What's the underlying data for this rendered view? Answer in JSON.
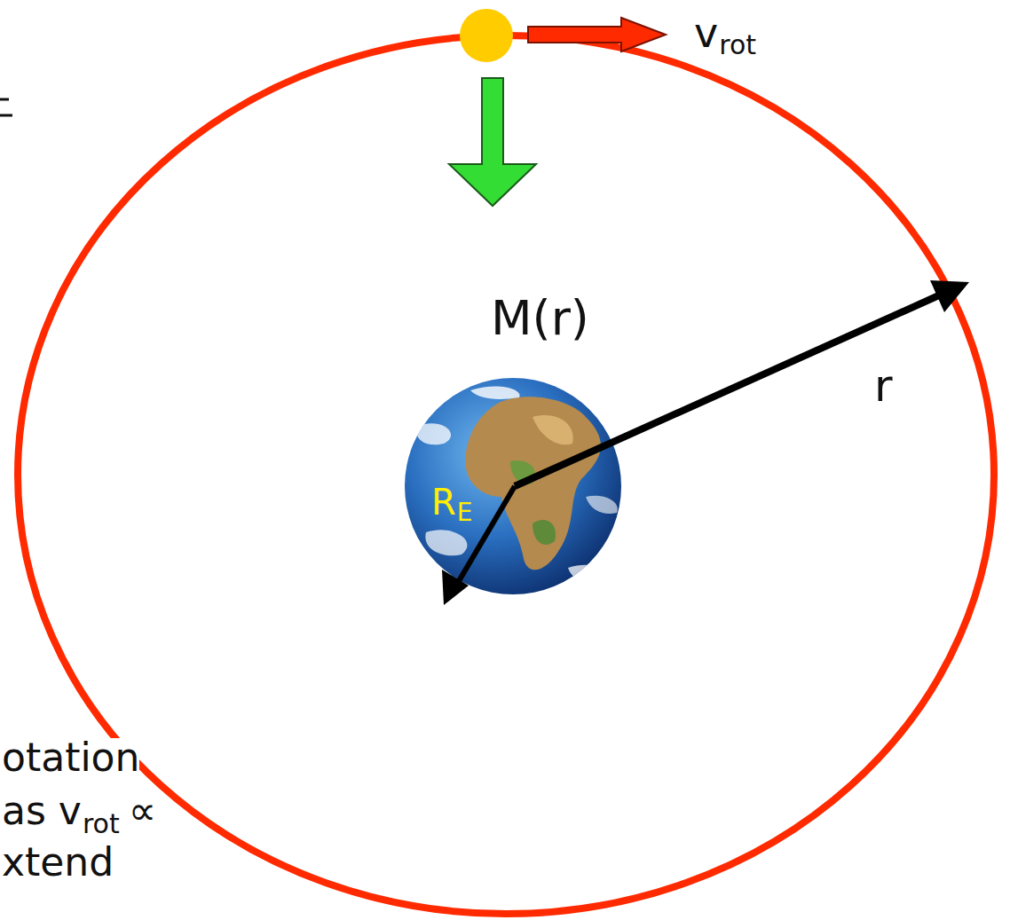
{
  "diagram": {
    "labels": [
      "v",
      "rot",
      "M(r)",
      "r",
      "R",
      "E",
      "otation",
      "as v",
      "rot",
      "∝",
      "xtend"
    ]
  }
}
